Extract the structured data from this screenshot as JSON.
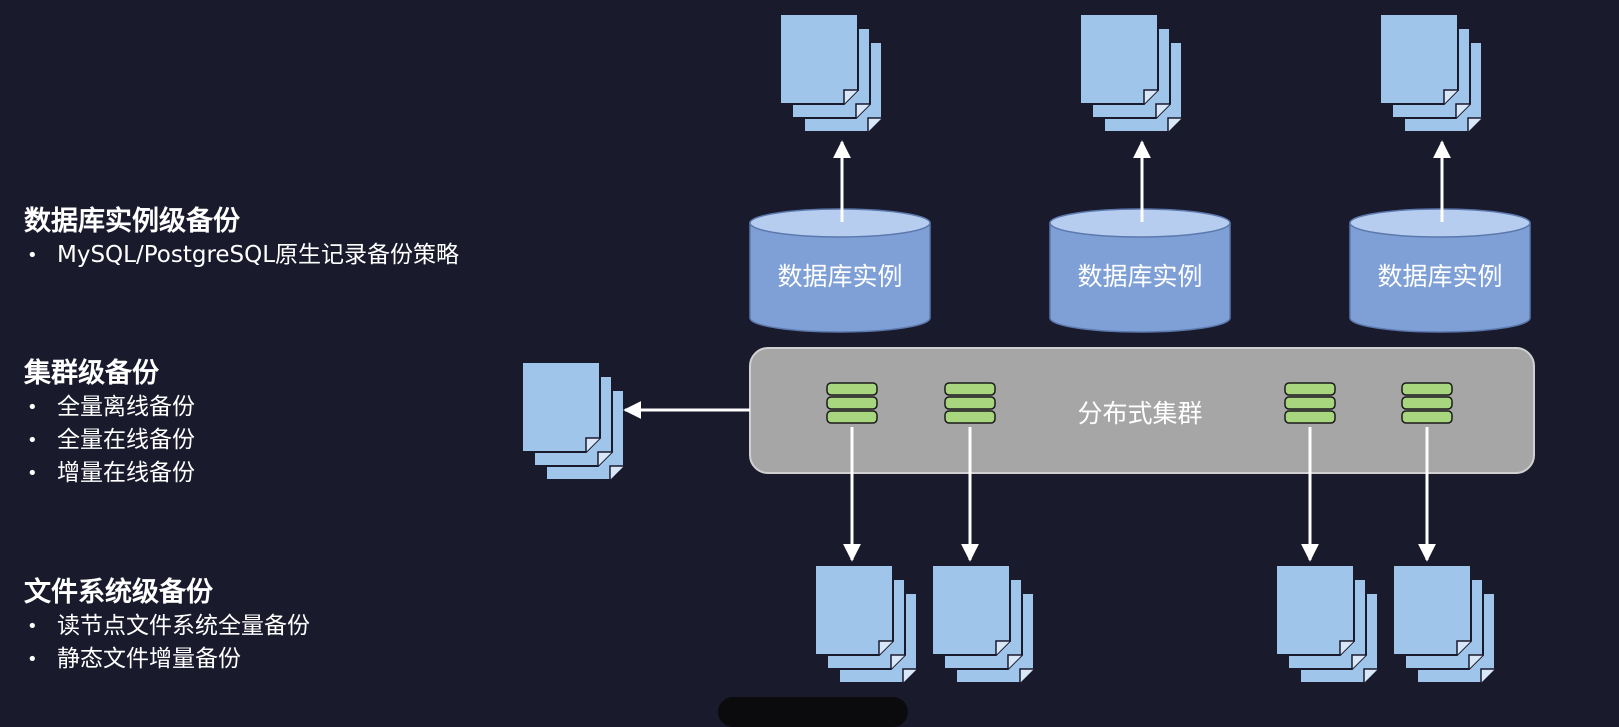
{
  "sections": [
    {
      "title": "数据库实例级备份",
      "items": [
        "MySQL/PostgreSQL原生记录备份策略"
      ]
    },
    {
      "title": "集群级备份",
      "items": [
        "全量离线备份",
        "全量在线备份",
        "增量在线备份"
      ]
    },
    {
      "title": "文件系统级备份",
      "items": [
        "读节点文件系统全量备份",
        "静态文件增量备份"
      ]
    }
  ],
  "diagram": {
    "db_instances": [
      "数据库实例",
      "数据库实例",
      "数据库实例"
    ],
    "cluster_label": "分布式集群",
    "colors": {
      "background": "#1a1a2d",
      "doc_fill": "#9fc5ea",
      "doc_stroke": "#1a1a2d",
      "cylinder_fill": "#7fa0d7",
      "cylinder_top": "#b6cdf0",
      "cluster_fill": "#a6a6a6",
      "node_fill": "#a8d67e",
      "arrow": "#ffffff"
    }
  }
}
